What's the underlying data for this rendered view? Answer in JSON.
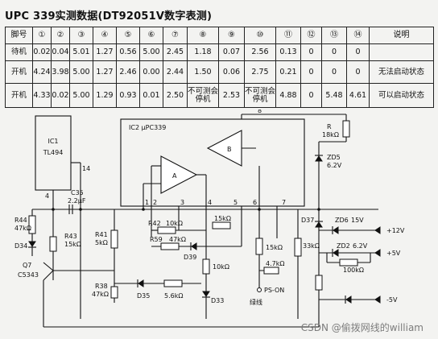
{
  "title": "UPC 339实测数据(DT92051V数字表测)",
  "table": {
    "header": [
      "脚号",
      "①",
      "②",
      "③",
      "④",
      "⑤",
      "⑥",
      "⑦",
      "⑧",
      "⑨",
      "⑩",
      "⑪",
      "⑫",
      "⑬",
      "⑭",
      "说明"
    ],
    "rows": [
      {
        "label": "待机",
        "cells": [
          "0.02",
          "0.04",
          "5.01",
          "1.27",
          "0.56",
          "5.00",
          "2.45",
          "1.18",
          "0.07",
          "2.56",
          "0.13",
          "0",
          "0",
          "0",
          ""
        ]
      },
      {
        "label": "开机",
        "cells": [
          "4.24",
          "3.98",
          "5.00",
          "1.27",
          "2.46",
          "0.00",
          "2.44",
          "1.50",
          "0.06",
          "2.75",
          "0.21",
          "0",
          "0",
          "0",
          "无法启动状态"
        ]
      },
      {
        "label": "开机",
        "cells": [
          "4.33",
          "0.02",
          "5.00",
          "1.29",
          "0.93",
          "0.01",
          "2.50",
          "不可测会停机",
          "2.53",
          "不可测会停机",
          "4.88",
          "0",
          "5.48",
          "4.61",
          "可以启动状态"
        ]
      }
    ]
  },
  "circuit": {
    "ic1_ref": "IC1",
    "ic1_part": "TL494",
    "ic2_label": "IC2 µPC339",
    "opamp_a": "A",
    "opamp_b": "B",
    "pins": {
      "p1": "1",
      "p2": "2",
      "p3": "3",
      "p4": "4",
      "p5": "5",
      "p6": "6",
      "p7": "7",
      "p8": "8",
      "p14": "14",
      "p4b": "4"
    },
    "components": {
      "c35_ref": "C35",
      "c35_val": "2.2µF",
      "r44_ref": "R44",
      "r44_val": "47kΩ",
      "d34": "D34",
      "r43_ref": "R43",
      "r43_val": "15kΩ",
      "q7_ref": "Q7",
      "q7_part": "C5343",
      "r41_ref": "R41",
      "r41_val": "5kΩ",
      "r42_ref": "R42",
      "r42_val": "10kΩ",
      "r59_ref": "R59",
      "r59_val": "47kΩ",
      "d39": "D39",
      "r10k": "10kΩ",
      "r38_ref": "R38",
      "r38_val": "47kΩ",
      "d35": "D35",
      "r56": "5.6kΩ",
      "d33": "D33",
      "r15k_a": "15kΩ",
      "r15k_b": "15kΩ",
      "r47k": "4.7kΩ",
      "ps_on": "PS-ON",
      "green": "绿线",
      "r33k": "33kΩ",
      "d37": "D37",
      "r_ref": "R",
      "r_val": "18kΩ",
      "zd5_ref": "ZD5",
      "zd5_val": "6.2V",
      "zd6_ref": "ZD6",
      "zd6_val": "15V",
      "zd2_ref": "ZD2",
      "zd2_val": "6.2V",
      "r100k": "100kΩ",
      "v12": "+12V",
      "v5": "+5V",
      "vm5": "-5V"
    }
  },
  "watermark": "CSDN @偷拨网线的william"
}
